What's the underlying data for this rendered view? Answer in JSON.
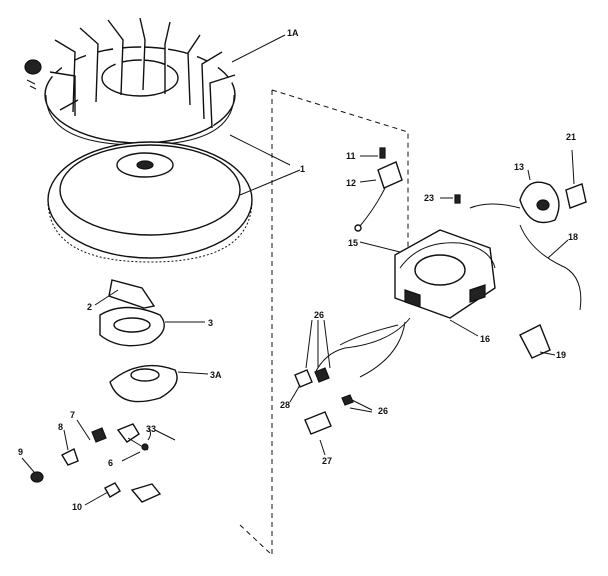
{
  "labels": {
    "l1A": "1A",
    "l1": "1",
    "l2": "2",
    "l3": "3",
    "l3A": "3A",
    "l7": "7",
    "l8": "8",
    "l33": "33",
    "l9": "9",
    "l6": "6",
    "l10": "10",
    "l11": "11",
    "l12": "12",
    "l13": "13",
    "l15": "15",
    "l16": "16",
    "l18": "18",
    "l19": "19",
    "l21": "21",
    "l23": "23",
    "l26a": "26",
    "l26b": "26",
    "l27": "27",
    "l28": "28"
  }
}
